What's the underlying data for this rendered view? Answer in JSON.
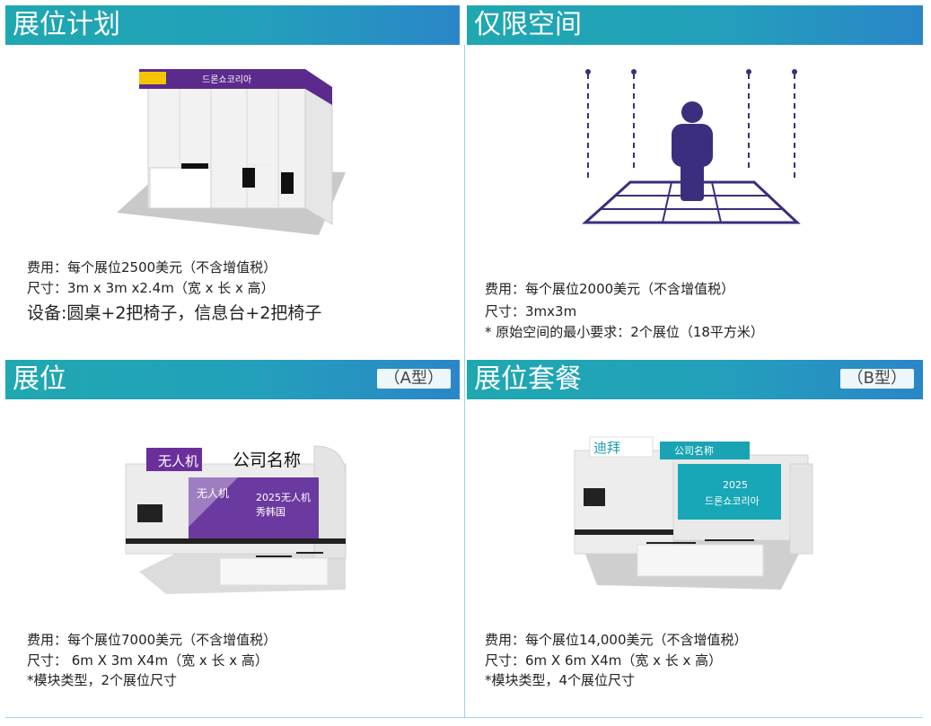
{
  "panels": {
    "tl": {
      "title": "展位计划",
      "lines": [
        "费用：每个展位2500美元（不含增值税）",
        "尺寸：3m x 3m x2.4m（宽 x 长 x 高）",
        "设备:圆桌+2把椅子，信息台+2把椅子"
      ]
    },
    "tr": {
      "title": "仅限空间",
      "lines": [
        "费用：每个展位2000美元（不含增值税）",
        "尺寸：3mx3m",
        "* 原始空间的最小要求：2个展位（18平方米）"
      ]
    },
    "bl": {
      "title": "展位",
      "tag": "（A型）",
      "booth_signs": [
        "无人机",
        "公司名称"
      ],
      "screen_lines": [
        "无人机",
        "2025无人机",
        "秀韩国"
      ],
      "lines": [
        "费用：每个展位7000美元（不含增值税）",
        "尺寸： 6m X 3m X4m（宽 x 长 x 高）",
        "*模块类型，2个展位尺寸"
      ]
    },
    "br": {
      "title": "展位套餐",
      "tag": "（B型）",
      "booth_signs": [
        "迪拜",
        "公司名称"
      ],
      "screen_lines": [
        "2025",
        "드론쇼코리아"
      ],
      "lines": [
        "费用：每个展位14,000美元（不含增值税）",
        "尺寸：6m X 6m X4m（宽 x 长 x 高）",
        "*模块类型，4个展位尺寸"
      ]
    }
  },
  "shell_sign": "드론쇼코리아",
  "colors": {
    "header_start": "#1fa8b0",
    "header_end": "#2a86c8",
    "purple": "#5b2a8c",
    "teal": "#19a9b5"
  }
}
